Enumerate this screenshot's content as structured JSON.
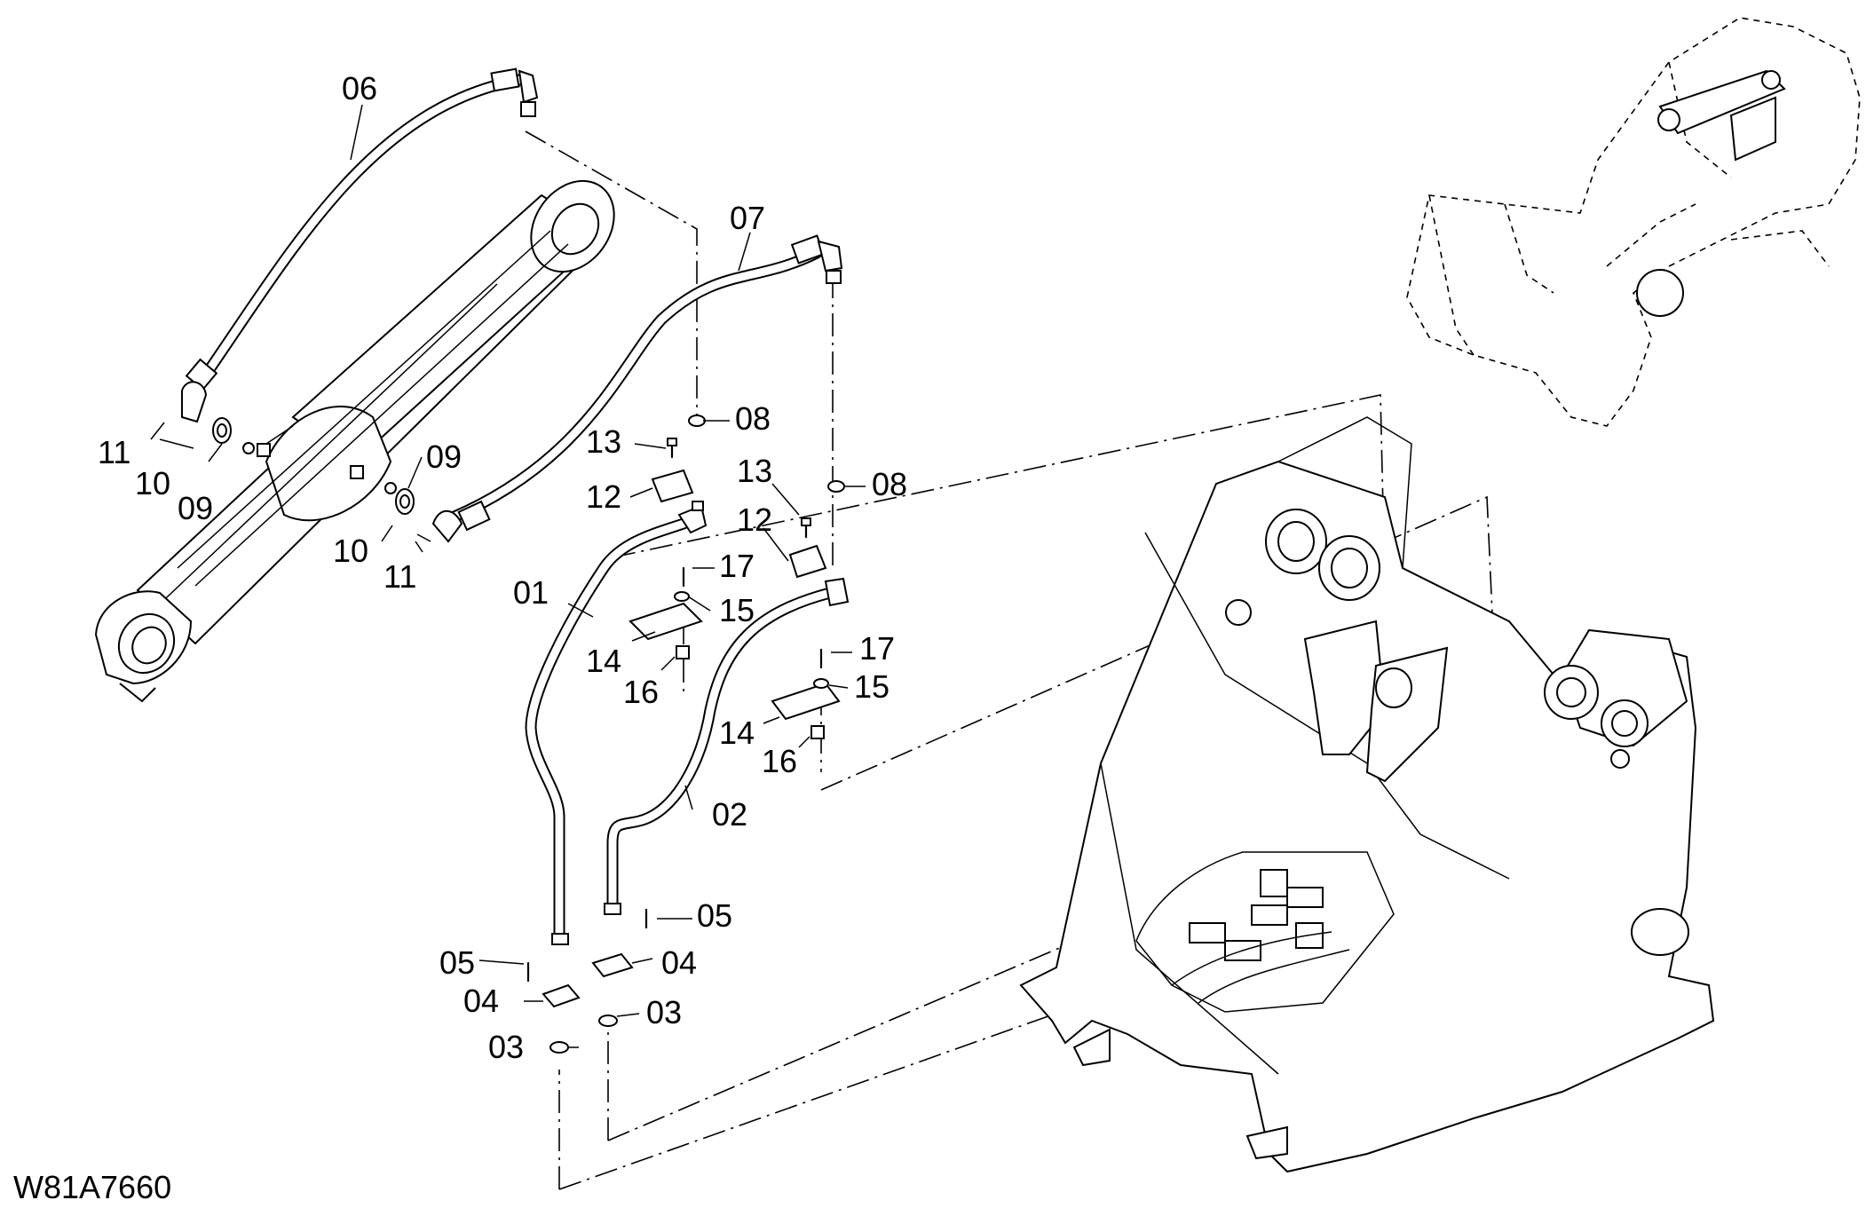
{
  "drawing_number": "W81A7660",
  "callouts": {
    "c01": "01",
    "c02": "02",
    "c03a": "03",
    "c03b": "03",
    "c04a": "04",
    "c04b": "04",
    "c05a": "05",
    "c05b": "05",
    "c06": "06",
    "c07": "07",
    "c08a": "08",
    "c08b": "08",
    "c09a": "09",
    "c09b": "09",
    "c10a": "10",
    "c10b": "10",
    "c11a": "11",
    "c11b": "11",
    "c12a": "12",
    "c12b": "12",
    "c13a": "13",
    "c13b": "13",
    "c14a": "14",
    "c14b": "14",
    "c15a": "15",
    "c15b": "15",
    "c16a": "16",
    "c16b": "16",
    "c17a": "17",
    "c17b": "17"
  }
}
